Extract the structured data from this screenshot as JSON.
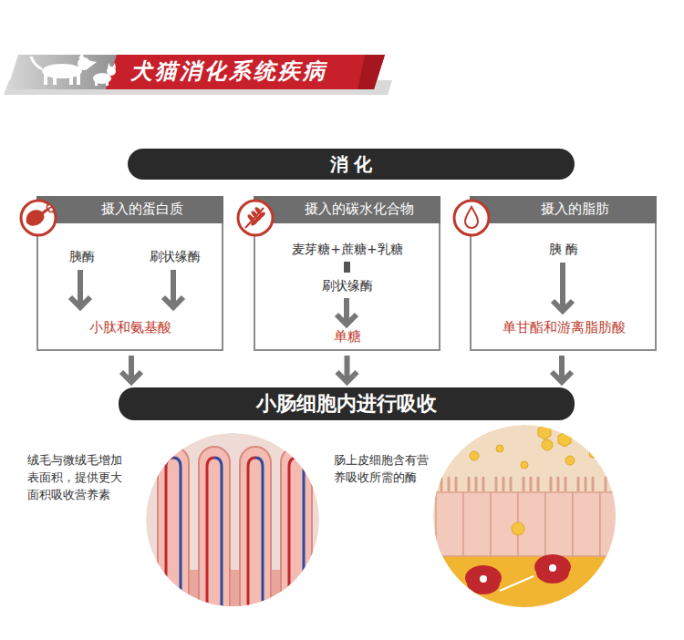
{
  "diagram": {
    "title": "犬猫消化系统疾病",
    "nodes": [
      {
        "text": [
          "消 化"
        ]
      },
      {
        "text": [
          "胰酶",
          "刷状缘酶",
          "小肽和氨基酸"
        ]
      },
      {
        "text": [
          "摄入的蛋白质"
        ],
        "in": 1
      },
      {
        "text": [
          "麦芽糖+蔗糖+乳糖",
          "刷状缘酶",
          "单糖"
        ]
      },
      {
        "text": [
          "摄入的碳水化合物"
        ],
        "in": 3
      },
      {
        "text": [
          "胰 酶",
          "单甘酯和游离脂肪酸"
        ]
      },
      {
        "text": [
          "摄入的脂肪"
        ],
        "in": 5
      },
      {
        "text": [
          "小肠细胞内进行吸收"
        ]
      }
    ],
    "edges": [
      {
        "from": 1,
        "to": 7,
        "arrow": "to"
      },
      {
        "from": 3,
        "to": 7,
        "arrow": "to"
      },
      {
        "from": 5,
        "to": 7,
        "arrow": "to"
      }
    ],
    "labels": [
      "绒毛与微绒毛增加 表面积，提供更大 面积吸收营养素",
      "肠上皮细胞含有营 养吸收所需的酶"
    ]
  }
}
